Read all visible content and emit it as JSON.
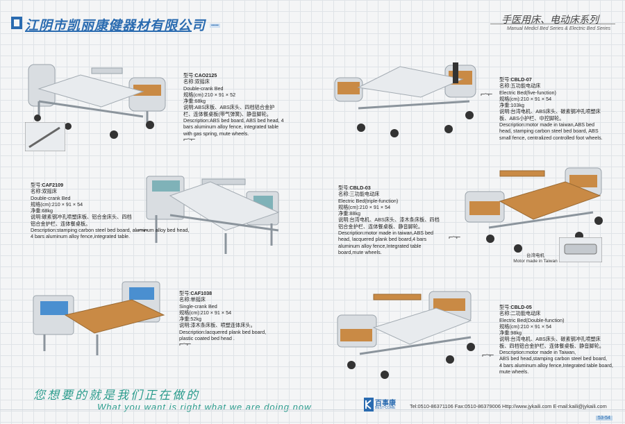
{
  "header": {
    "company": "江阴市凯丽康健器材有限公司",
    "series_cn": "手医用床、电动床系列",
    "series_en": "Manual Medicl Bed Series & Electric Bed Series"
  },
  "products": [
    {
      "model": "CAO2125",
      "lines": [
        "型号:",
        "名称:双摇床",
        "Double-crank Bed",
        "规格(cm):210 × 91 × 52",
        "净重:68kg",
        "说明:ABS床板、ABS床头、四档铝合金护栏、连体餐桌板(带气弹簧)、静音脚轮。",
        "Description:ABS bed board, ABS bed head, 4 bars aluminum alloy fence, integrated table with gas spring, mute wheels."
      ]
    },
    {
      "model": "CBLD-07",
      "lines": [
        "型号:",
        "名称:五功能电动床",
        "Electric Bed(five-function)",
        "规格(cm):210 × 91 × 54",
        "净重:103kg",
        "说明:台湾电机、ABS床头、碳素钢冲孔喷塑床板、ABS小护栏、中控脚轮。",
        "Description:motor made in taiwan,ABS bed head, stamping carbon steel bed board, ABS small fence, centralized controlled foot wheels."
      ]
    },
    {
      "model": "CAF2109",
      "lines": [
        "型号:",
        "名称:双摇床",
        "Double-crank Bed",
        "规格(cm):210 × 91 × 54",
        "净重:68kg",
        "说明:碳素钢冲孔喷塑床板、铝合金床头、四档铝合金护栏、连体餐桌板。",
        "Description:stamping carbon steel bed board, aluminum alloy bed head,",
        "4 bars aluminum alloy fence,integrated table."
      ]
    },
    {
      "model": "CBLD-03",
      "lines": [
        "型号:",
        "名称:三功能电动床",
        "Electric Bed(triple-function)",
        "规格(cm):210 × 91 × 54",
        "净重:88kg",
        "说明:台湾电机、ABS床头、漆木条床板、四档铝合金护栏、连体餐桌板、静音脚轮。",
        "Description:motor made in taiwan,ABS bed head, lacquered plank bed board,4 bars aluminum alloy fence,Integrated table board,mute wheels."
      ]
    },
    {
      "model": "CAF1038",
      "lines": [
        "型号:",
        "名称:单摇床",
        "Single-crank Bed",
        "规格(cm):210 × 91 × 54",
        "净重:52kg",
        "说明:漆木条床板、喷塑连体床头。",
        "Description:lacquered plank bed board, plastic coated bed head ."
      ]
    },
    {
      "model": "CBLD-05",
      "lines": [
        "型号:",
        "名称:二功能电动床",
        "Electric Bed(Double-function)",
        "规格(cm):210 × 91 × 54",
        "净重:98kg",
        "说明:台湾电机、ABS床头、碳素钢冲孔喷塑床板、四档铝合金护栏、连体餐桌板、静音脚轮。",
        "Description:motor made in Taiwan,",
        "ABS bed  head,stamping carbon steel bed board,",
        "4 bars aluminum alloy fence,Integrated table board,",
        "mute wheels."
      ]
    }
  ],
  "motor_caption": {
    "cn": "台湾电机",
    "en": "Motor made in Taiwan"
  },
  "footer": {
    "slogan_cn": "您想要的就是我们正在做的",
    "slogan_en": "What you want is right what we are doing now",
    "logo_cn": "百事康",
    "logo_en": "BEST-COME",
    "contact": "Tel:0510-86371106  Fax:0510-86379006  Http://www.jykaili.com   E-mail:kaili@jykaili.com",
    "page": "53-54"
  },
  "colors": {
    "accent": "#2a6bb0",
    "slogan": "#2c9c8d",
    "wood": "#c98a45",
    "blue_panel": "#4a8fd0"
  }
}
